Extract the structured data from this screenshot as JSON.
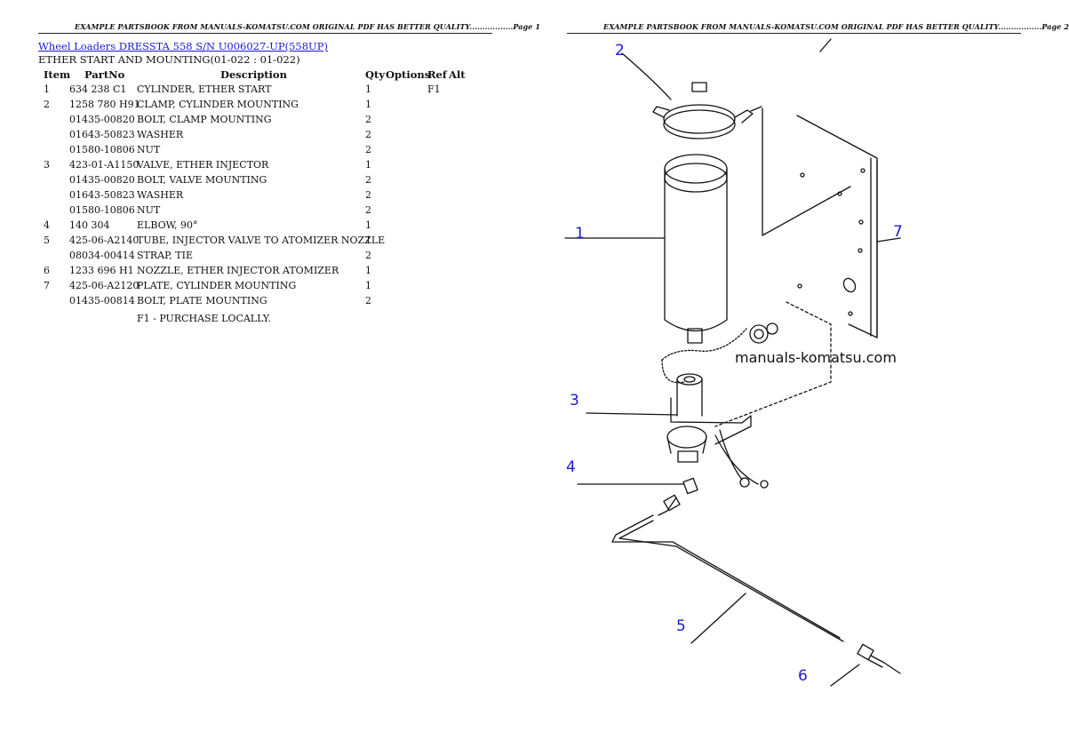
{
  "left_page": {
    "header": "EXAMPLE PARTSBOOK FROM MANUALS-KOMATSU.COM ORIGINAL PDF HAS BETTER QUALITY.................Page 1",
    "title_link": "Wheel Loaders DRESSTA 558 S/N U006027-UP(558UP)",
    "subtitle": "ETHER START AND MOUNTING(01-022 : 01-022)",
    "columns": {
      "item": "Item",
      "partno": "PartNo",
      "description": "Description",
      "qty": "Qty",
      "options": "Options",
      "ref": "Ref",
      "alt": "Alt"
    },
    "rows": [
      {
        "item": "1",
        "partno": "634 238 C1",
        "description": "CYLINDER, ETHER START",
        "qty": "1",
        "ref": "F1"
      },
      {
        "item": "2",
        "partno": "1258 780 H91",
        "description": "CLAMP, CYLINDER MOUNTING",
        "qty": "1",
        "ref": ""
      },
      {
        "item": "",
        "partno": "01435-00820",
        "description": "BOLT, CLAMP MOUNTING",
        "qty": "2",
        "ref": ""
      },
      {
        "item": "",
        "partno": "01643-50823",
        "description": "WASHER",
        "qty": "2",
        "ref": ""
      },
      {
        "item": "",
        "partno": "01580-10806",
        "description": "NUT",
        "qty": "2",
        "ref": ""
      },
      {
        "item": "3",
        "partno": "423-01-A1150",
        "description": "VALVE, ETHER INJECTOR",
        "qty": "1",
        "ref": ""
      },
      {
        "item": "",
        "partno": "01435-00820",
        "description": "BOLT, VALVE MOUNTING",
        "qty": "2",
        "ref": ""
      },
      {
        "item": "",
        "partno": "01643-50823",
        "description": "WASHER",
        "qty": "2",
        "ref": ""
      },
      {
        "item": "",
        "partno": "01580-10806",
        "description": "NUT",
        "qty": "2",
        "ref": ""
      },
      {
        "item": "4",
        "partno": "140 304",
        "description": "ELBOW, 90°",
        "qty": "1",
        "ref": ""
      },
      {
        "item": "5",
        "partno": "425-06-A2140",
        "description": "TUBE, INJECTOR VALVE TO ATOMIZER NOZZLE",
        "qty": "1",
        "ref": ""
      },
      {
        "item": "",
        "partno": "08034-00414",
        "description": "STRAP, TIE",
        "qty": "2",
        "ref": ""
      },
      {
        "item": "6",
        "partno": "1233 696 H1",
        "description": "NOZZLE, ETHER INJECTOR ATOMIZER",
        "qty": "1",
        "ref": ""
      },
      {
        "item": "7",
        "partno": "425-06-A2120",
        "description": "PLATE, CYLINDER MOUNTING",
        "qty": "1",
        "ref": ""
      },
      {
        "item": "",
        "partno": "01435-00814",
        "description": "BOLT, PLATE MOUNTING",
        "qty": "2",
        "ref": ""
      }
    ],
    "footnote": "F1 - PURCHASE LOCALLY."
  },
  "right_page": {
    "header": "EXAMPLE PARTSBOOK FROM MANUALS-KOMATSU.COM ORIGINAL PDF HAS BETTER QUALITY.................Page 2",
    "watermark": "manuals-komatsu.com",
    "callouts": [
      "1",
      "2",
      "3",
      "4",
      "5",
      "6",
      "7"
    ],
    "callout_color": "#1a1ad0"
  }
}
